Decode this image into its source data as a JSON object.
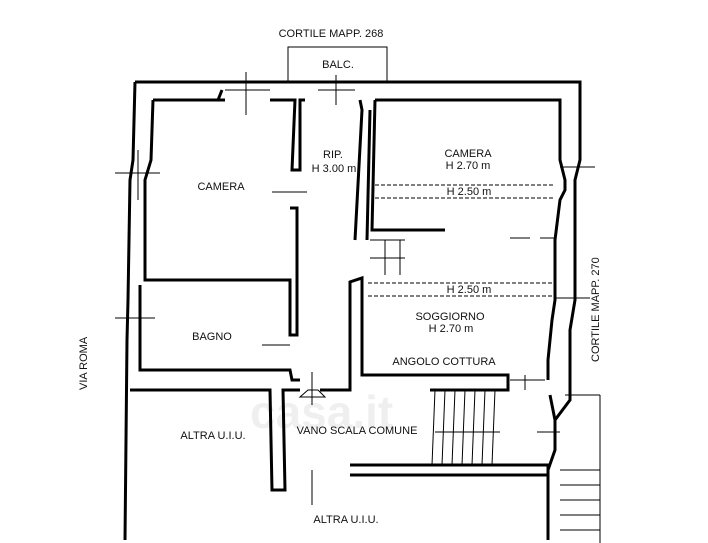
{
  "labels": {
    "cortile_top": "CORTILE MAPP. 268",
    "balcony": "BALC.",
    "ripostiglio": "RIP.",
    "ripostiglio_height": "H 3.00 m",
    "camera_left": "CAMERA",
    "camera_right": "CAMERA",
    "camera_right_height": "H 2.70 m",
    "camera_right_low": "H 2.50 m",
    "soggiorno_low": "H 2.50 m",
    "soggiorno": "SOGGIORNO",
    "soggiorno_height": "H 2.70 m",
    "bagno": "BAGNO",
    "angolo_cottura": "ANGOLO COTTURA",
    "altra_uiu_left": "ALTRA U.I.U.",
    "vano_scala": "VANO SCALA COMUNE",
    "altra_uiu_bottom": "ALTRA U.I.U.",
    "via_roma": "VIA ROMA",
    "cortile_right": "CORTILE  MAPP. 270"
  },
  "watermark": "casa.it"
}
